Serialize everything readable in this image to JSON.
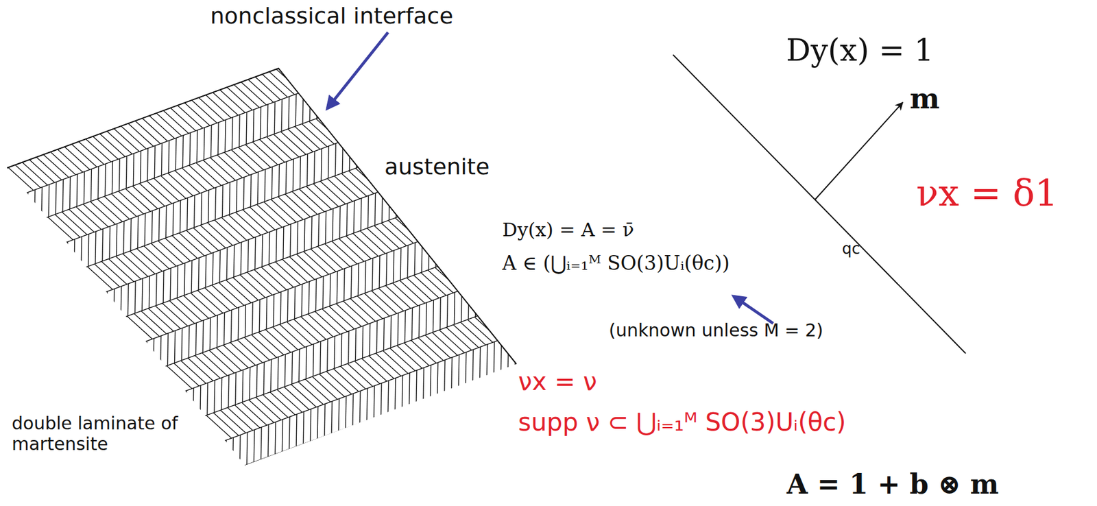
{
  "diagram": {
    "labels": [
      "nonclassical interface",
      "Dy(x) = 1",
      "m",
      "austenite",
      "νx = δ1",
      "Dy(x) = A = ν̄",
      "A ∈ (⋃ᵢ₌₁ᴹ SO(3)Uᵢ(θc))",
      "qc",
      "(unknown unless M = 2)",
      "νx = ν",
      "supp ν ⊂ ⋃ᵢ₌₁ᴹ SO(3)Uᵢ(θc)",
      "A = 1 + b ⊗ m",
      "double laminate of martensite"
    ]
  }
}
